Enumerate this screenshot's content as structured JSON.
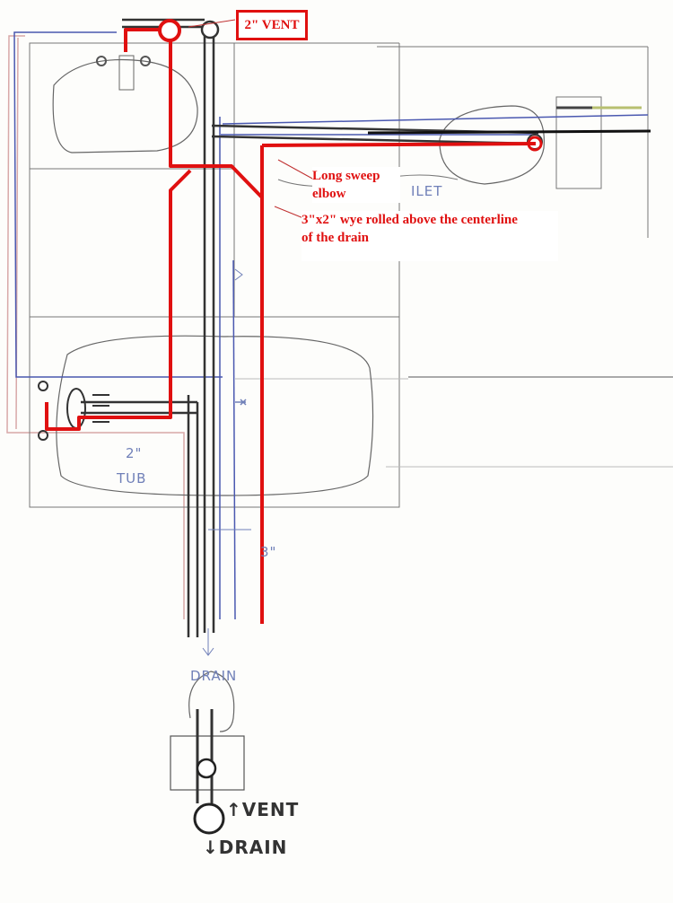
{
  "labels": {
    "vent_2in": "2\" VENT",
    "long_sweep": "Long sweep\nelbow",
    "wye_note": "3\"x2\" wye rolled above the centerline\nof the drain",
    "toilet": "ILET",
    "tub_size": "2\"",
    "tub": "TUB",
    "pipe_3in": "3\"",
    "drain_sketch": "DRAIN",
    "vent_arrow": "↑VENT",
    "drain_arrow": "↓DRAIN"
  },
  "colors": {
    "red_pipe": "#e01010",
    "pencil": "#333333",
    "blue_pen": "#4a58b0",
    "pink_pen": "#d8a8a8",
    "light_line": "#888888"
  },
  "icons": [
    "arrow-icon"
  ]
}
